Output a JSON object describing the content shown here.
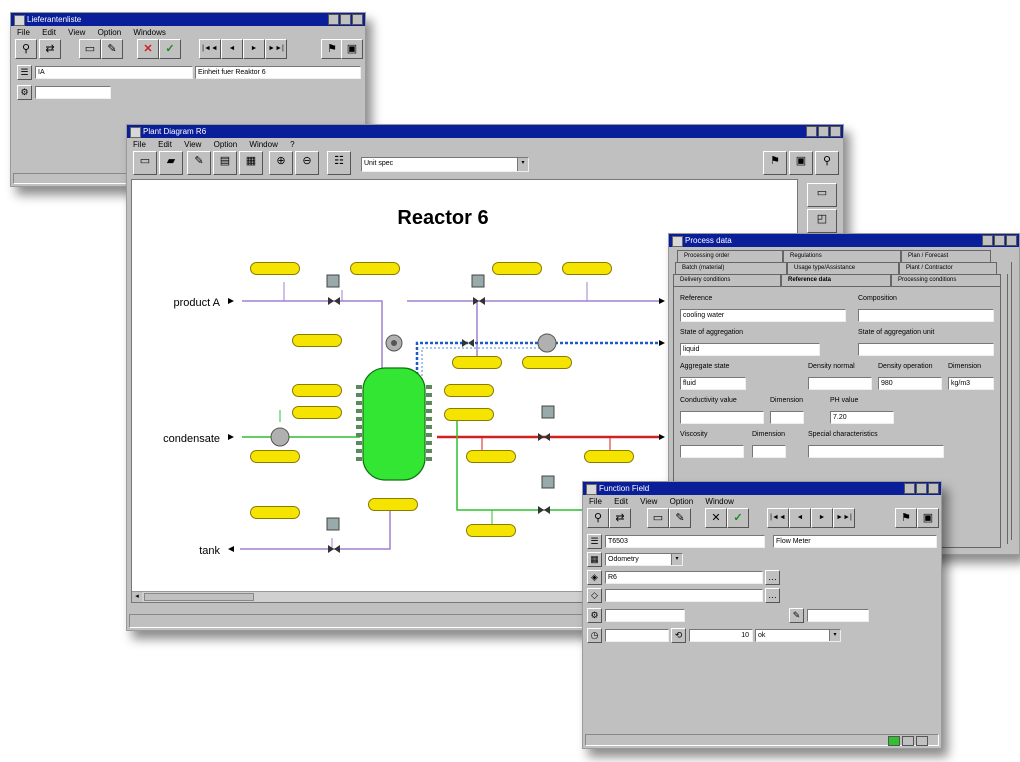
{
  "win_a": {
    "title": "Lieferantenliste",
    "menu": [
      "File",
      "Edit",
      "View",
      "Option",
      "Windows"
    ],
    "nav_buttons": [
      "|◄◄",
      "◄",
      "►",
      "►►|"
    ],
    "field1_value": "IA",
    "field2_value": "Einheit fuer Reaktor 6",
    "field3_value": ""
  },
  "plant": {
    "title": "Plant Diagram R6",
    "menu": [
      "File",
      "Edit",
      "View",
      "Option",
      "Window",
      "?"
    ],
    "combo_value": "Unit spec",
    "diagram_title": "Reactor 6",
    "labels": {
      "product_a": "product A",
      "condensate": "condensate",
      "tank": "tank"
    }
  },
  "process_data": {
    "title": "Process data",
    "tabs_row1": [
      "Processing order",
      "Regulations",
      "Plan / Forecast"
    ],
    "tabs_row2": [
      "Batch (material)",
      "Usage type/Assistance",
      "Plant / Contractor"
    ],
    "tabs_row3": [
      "Delivery conditions",
      "Reference data",
      "Processing conditions"
    ],
    "field_labels": {
      "reference": "Reference",
      "composition": "Composition",
      "state_of_aggregation": "State of aggregation",
      "state_of_aggregation_unit": "State of aggregation unit",
      "aggregate_state": "Aggregate state",
      "density_normal": "Density normal",
      "density_operation": "Density operation",
      "dimension": "Dimension",
      "conductivity_value": "Conductivity value",
      "dimension2": "Dimension",
      "ph_value": "PH value",
      "viscosity": "Viscosity",
      "dimension3": "Dimension",
      "special_characteristics": "Special characteristics"
    },
    "field_values": {
      "reference": "cooling water",
      "composition": "",
      "state_of_aggregation": "liquid",
      "state_of_aggregation_unit": "",
      "aggregate_state": "fluid",
      "density_normal": "",
      "density_operation": "980",
      "dimension": "kg/m3",
      "conductivity_value": "",
      "dimension2": "",
      "ph_value": "7.20",
      "viscosity": "",
      "dimension3": "",
      "special_characteristics": ""
    }
  },
  "function": {
    "title": "Function Field",
    "menu": [
      "File",
      "Edit",
      "View",
      "Option",
      "Window"
    ],
    "nav_buttons": [
      "|◄◄",
      "◄",
      "►",
      "►►|"
    ],
    "row1_code": "T6503",
    "row1_desc": "Flow Meter",
    "row2_value": "Odometry",
    "row3_value": "R6",
    "row4_value": "",
    "row5_value": "",
    "row5b_value": "",
    "row6_a": "",
    "row6_b": "10",
    "row6_c": "ok"
  }
}
